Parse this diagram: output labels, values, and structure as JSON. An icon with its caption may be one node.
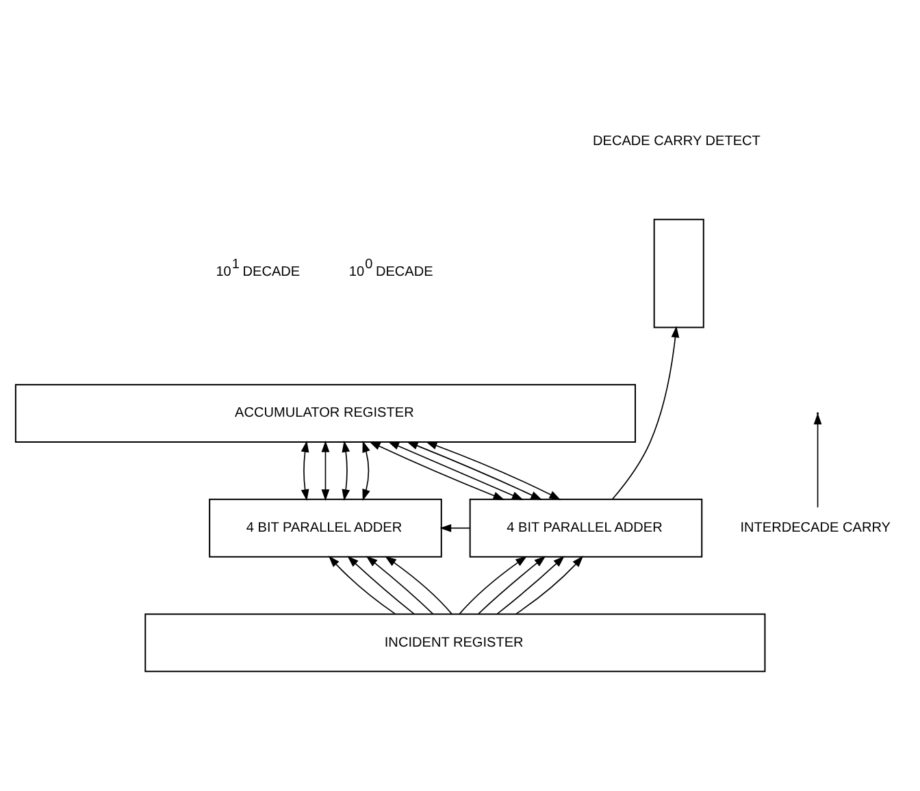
{
  "diagram": {
    "nodes": [
      {
        "text": [],
        "shape": "box"
      },
      {
        "text": [
          "ACCUMULATOR REGISTER"
        ]
      },
      {
        "text": [
          "4 BIT PARALLEL ADDER"
        ]
      },
      {
        "text": [
          "4 BIT PARALLEL ADDER"
        ]
      },
      {
        "text": [
          "INCIDENT REGISTER"
        ]
      },
      {
        "text": [
          "INTERDECADE CARRY"
        ]
      }
    ],
    "edges": [
      {
        "from": 1,
        "to": 2,
        "arrow": "both"
      },
      {
        "from": 1,
        "to": 2,
        "arrow": "both"
      },
      {
        "from": 1,
        "to": 2,
        "arrow": "both"
      },
      {
        "from": 1,
        "to": 2,
        "arrow": "both"
      },
      {
        "from": 1,
        "to": 3,
        "arrow": "both"
      },
      {
        "from": 1,
        "to": 3,
        "arrow": "both"
      },
      {
        "from": 1,
        "to": 3,
        "arrow": "both"
      },
      {
        "from": 1,
        "to": 3,
        "arrow": "both"
      },
      {
        "from": 3,
        "to": 2,
        "arrow": "to"
      },
      {
        "from": 3,
        "to": 0,
        "arrow": "to"
      },
      {
        "from": 4,
        "to": 2,
        "arrow": "to"
      },
      {
        "from": 4,
        "to": 2,
        "arrow": "to"
      },
      {
        "from": 4,
        "to": 2,
        "arrow": "to"
      },
      {
        "from": 4,
        "to": 2,
        "arrow": "to"
      },
      {
        "from": 4,
        "to": 3,
        "arrow": "to"
      },
      {
        "from": 4,
        "to": 3,
        "arrow": "to"
      },
      {
        "from": 4,
        "to": 3,
        "arrow": "to"
      },
      {
        "from": 4,
        "to": 3,
        "arrow": "to"
      },
      {
        "from": 5,
        "to": null,
        "arrow": "to"
      }
    ],
    "labels": [
      "DECADE CARRY DETECT",
      "10$^{1}$ DECADE",
      "10$^{0}$ DECADE"
    ]
  }
}
